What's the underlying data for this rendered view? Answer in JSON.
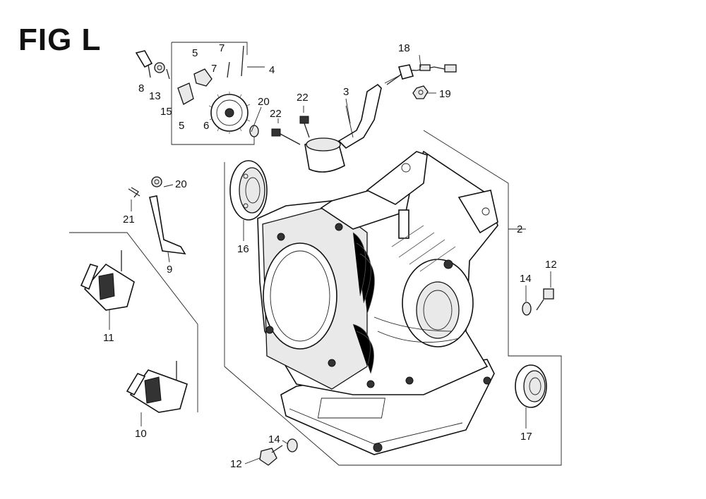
{
  "figure": {
    "title": "FIG L"
  },
  "callouts": {
    "c2": "2",
    "c3": "3",
    "c4": "4",
    "c5a": "5",
    "c5b": "5",
    "c6": "6",
    "c7a": "7",
    "c7b": "7",
    "c8": "8",
    "c9": "9",
    "c10": "10",
    "c11": "11",
    "c12a": "12",
    "c12b": "12",
    "c13": "13",
    "c14a": "14",
    "c14b": "14",
    "c15": "15",
    "c16": "16",
    "c17": "17",
    "c18": "18",
    "c19": "19",
    "c20a": "20",
    "c20b": "20",
    "c21": "21",
    "c22a": "22",
    "c22b": "22"
  }
}
